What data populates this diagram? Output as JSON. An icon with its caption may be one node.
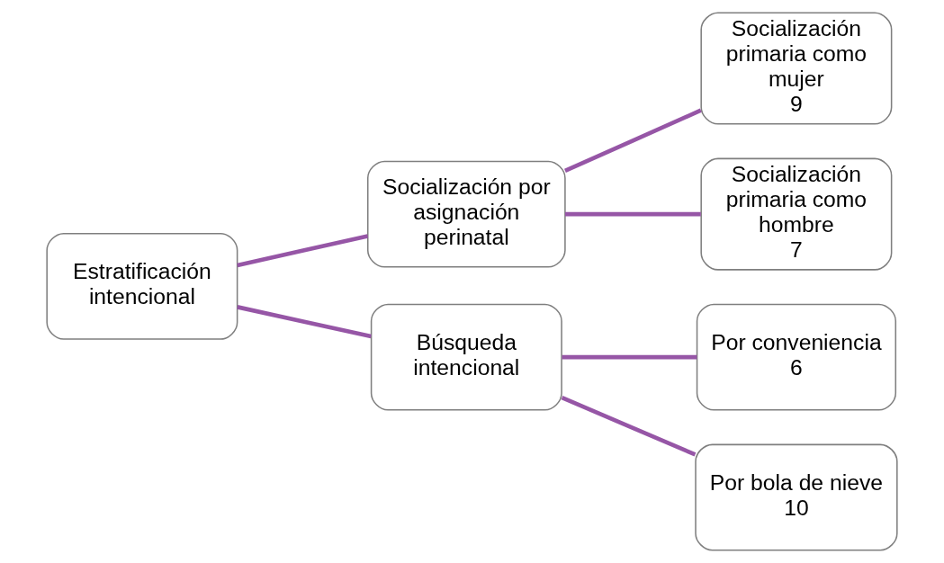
{
  "diagram": {
    "nodes": [
      {
        "text": [
          "Estratificación intencional"
        ]
      },
      {
        "text": [
          "Socialización por asignación perinatal"
        ]
      },
      {
        "text": [
          "Socialización primaria como mujer",
          "9"
        ]
      },
      {
        "text": [
          "Socialización primaria como hombre",
          "7"
        ]
      },
      {
        "text": [
          "Búsqueda intencional"
        ]
      },
      {
        "text": [
          "Por conveniencia",
          "6"
        ]
      },
      {
        "text": [
          "Por bola de nieve",
          "10"
        ]
      }
    ],
    "edges": [
      {
        "from": 0,
        "to": 1,
        "arrow": "none"
      },
      {
        "from": 1,
        "to": 2,
        "arrow": "none"
      },
      {
        "from": 1,
        "to": 3,
        "arrow": "none"
      },
      {
        "from": 0,
        "to": 4,
        "arrow": "none"
      },
      {
        "from": 4,
        "to": 5,
        "arrow": "none"
      },
      {
        "from": 4,
        "to": 6,
        "arrow": "none"
      }
    ]
  }
}
